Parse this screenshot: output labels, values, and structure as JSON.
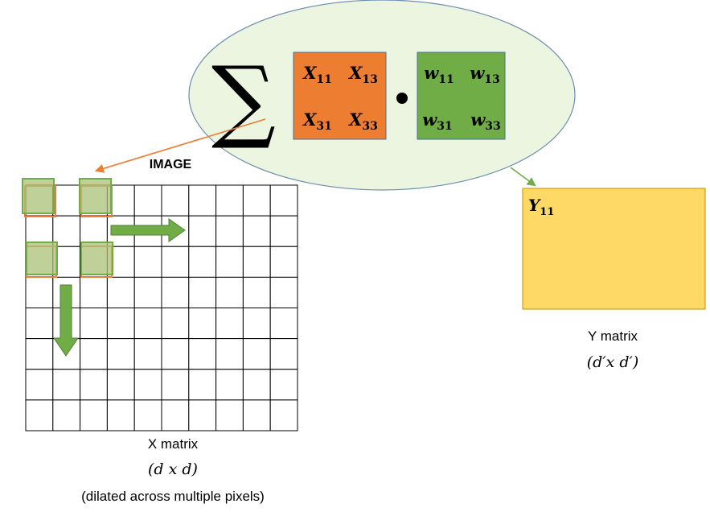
{
  "image_label": "IMAGE",
  "sum_symbol": "∑",
  "dot_operator": "•",
  "x_kernel": {
    "cells": [
      {
        "base": "X",
        "sub": "11"
      },
      {
        "base": "X",
        "sub": "13"
      },
      {
        "base": "X",
        "sub": "31"
      },
      {
        "base": "X",
        "sub": "33"
      }
    ]
  },
  "w_kernel": {
    "cells": [
      {
        "base": "w",
        "sub": "11"
      },
      {
        "base": "w",
        "sub": "13"
      },
      {
        "base": "w",
        "sub": "31"
      },
      {
        "base": "w",
        "sub": "33"
      }
    ]
  },
  "x_matrix": {
    "rows": 8,
    "cols": 10,
    "title": "X matrix",
    "dims": "(d x d)",
    "note": "(dilated across multiple pixels)"
  },
  "y_matrix": {
    "cell": {
      "base": "Y",
      "sub": "11"
    },
    "title": "Y matrix",
    "dims": "(d′x d′)"
  },
  "colors": {
    "orange": "#ED7D31",
    "green": "#70AD47",
    "ellipse_fill": "#EBF5DF",
    "ellipse_stroke": "#6D8EB2",
    "y_fill": "#FFD966",
    "y_stroke": "#BF9000",
    "grid": "#000000"
  }
}
